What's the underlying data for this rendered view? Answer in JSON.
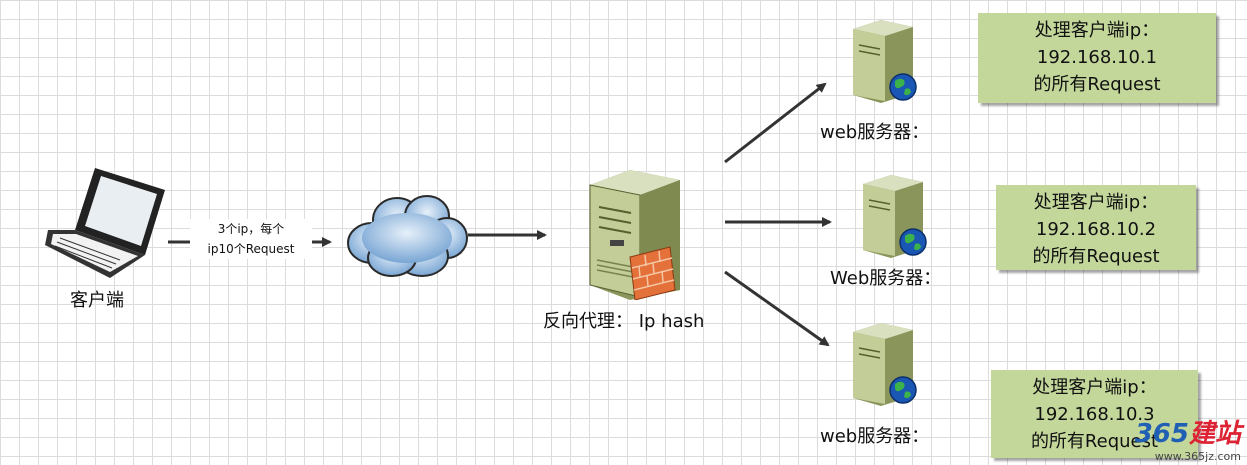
{
  "client": {
    "label": "客户端"
  },
  "arrow_client": {
    "line1": "3个ip，每个",
    "line2": "ip10个Request"
  },
  "proxy": {
    "label": "反向代理： Ip hash"
  },
  "servers": [
    {
      "label": "web服务器：",
      "note": [
        "处理客户端ip：",
        "192.168.10.1",
        "的所有Request"
      ]
    },
    {
      "label": "Web服务器：",
      "note": [
        "处理客户端ip：",
        "192.168.10.2",
        "的所有Request"
      ]
    },
    {
      "label": "web服务器：",
      "note": [
        "处理客户端ip：",
        "192.168.10.3",
        "的所有Request"
      ]
    }
  ],
  "watermark": {
    "logo": "365",
    "brand": "建站",
    "url": "www.365jz.com"
  },
  "colors": {
    "note_bg": "#c4d79b",
    "arrow": "#333333",
    "server": "#b7c48a",
    "cloud": "#9cc3e6"
  }
}
